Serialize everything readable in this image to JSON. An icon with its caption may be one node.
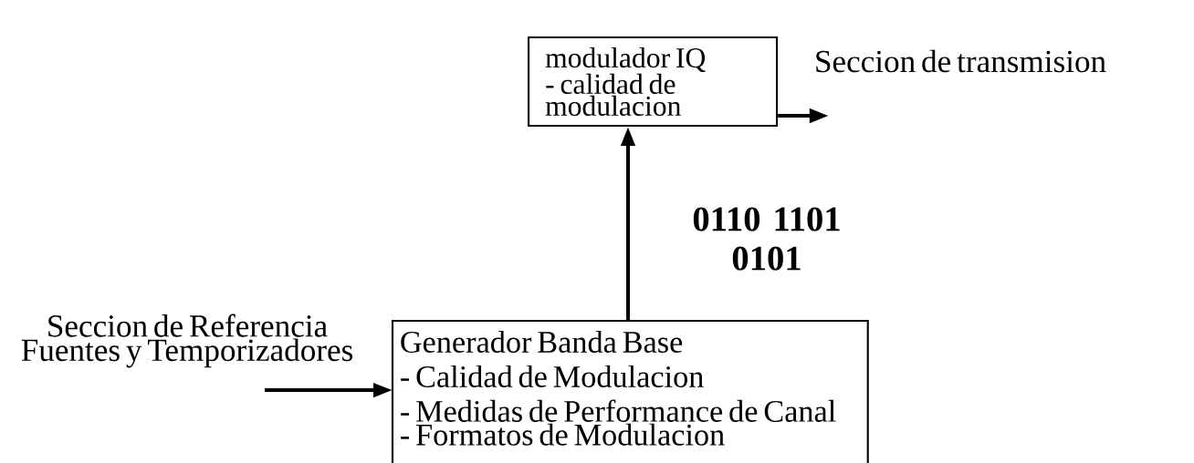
{
  "diagram": {
    "nodes": [
      {
        "text": [
          "modulador IQ",
          "- calidad de modulacion"
        ]
      },
      {
        "text": [
          "Seccion de transmision"
        ]
      },
      {
        "text": [
          "Generador Banda Base",
          "- Calidad de Modulacion",
          "- Medidas de Performance de Canal",
          "- Formatos de Modulacion"
        ]
      },
      {
        "text": [
          "Seccion de Referencia Fuentes y Temporizadores"
        ]
      }
    ],
    "edges": [
      {
        "from": 3,
        "to": 2,
        "arrow": "to"
      },
      {
        "from": 2,
        "to": 0,
        "arrow": "to",
        "label": "0110 1101 0101"
      },
      {
        "from": 0,
        "to": 1,
        "arrow": "to"
      }
    ]
  }
}
